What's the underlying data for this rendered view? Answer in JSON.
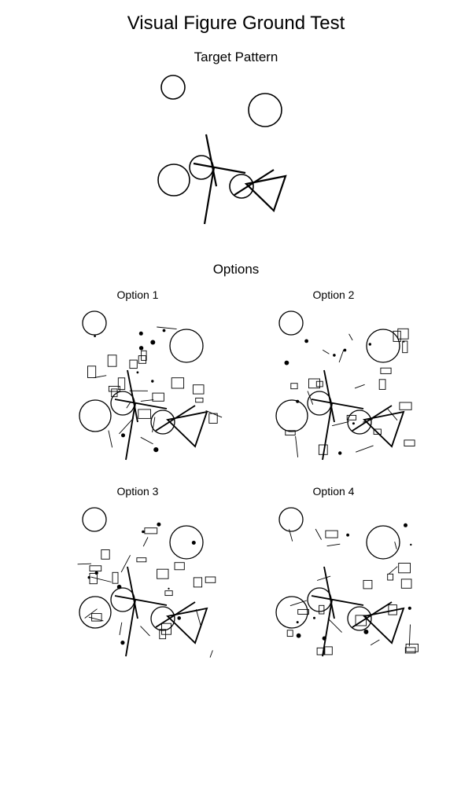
{
  "title": "Visual Figure Ground Test",
  "target": {
    "label": "Target Pattern"
  },
  "options": {
    "heading": "Options",
    "items": [
      {
        "label": "Option 1"
      },
      {
        "label": "Option 2"
      },
      {
        "label": "Option 3"
      },
      {
        "label": "Option 4"
      }
    ]
  }
}
